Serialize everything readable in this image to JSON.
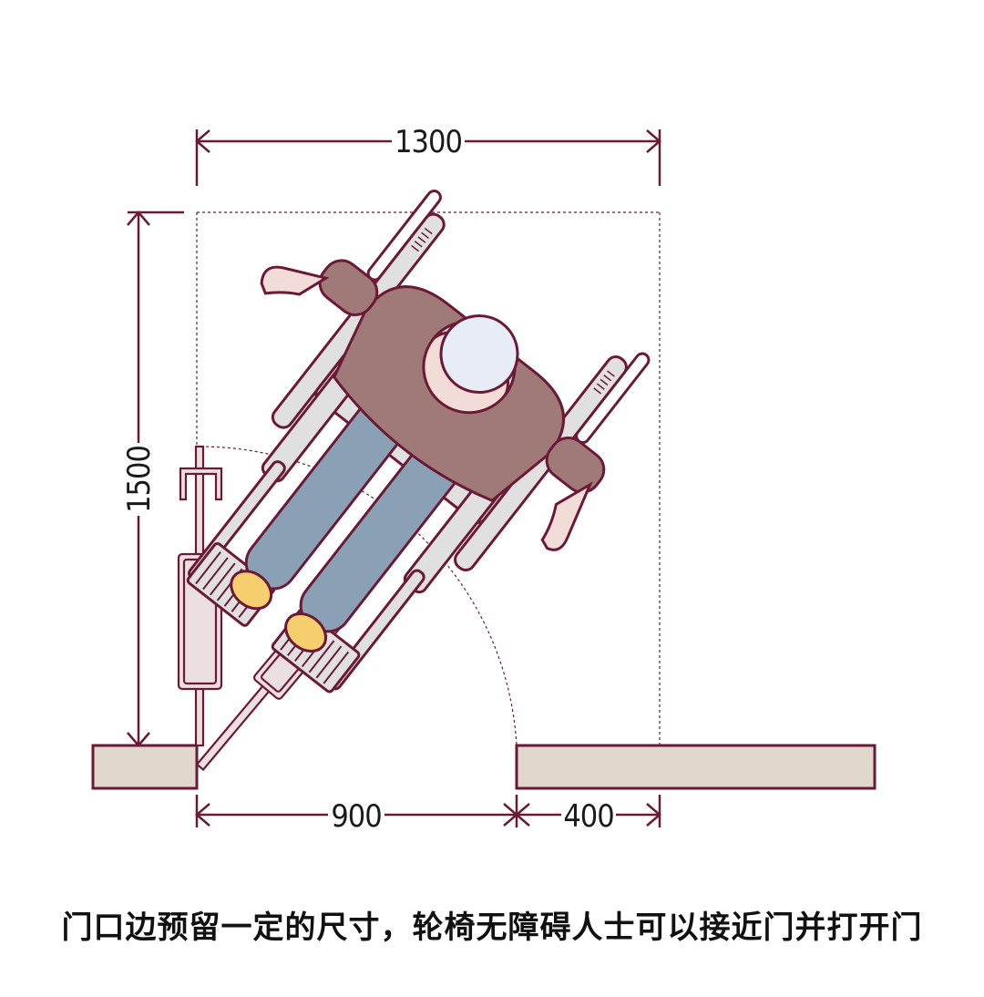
{
  "dimensions": {
    "top_width": "1300",
    "left_height": "1500",
    "door_opening": "900",
    "side_clearance": "400"
  },
  "caption": "门口边预留一定的尺寸，轮椅无障碍人士可以接近门并打开门",
  "colors": {
    "line": "#6b1a36",
    "wall_fill": "#e1d8cd",
    "door_fill": "#ecdfe2",
    "chair_frame": "#e0e0e0",
    "shirt": "#a07a78",
    "pants": "#8aa0b4",
    "skin": "#f1dcd8",
    "hair": "#e7ecf6",
    "shoes": "#f5cf6e"
  }
}
